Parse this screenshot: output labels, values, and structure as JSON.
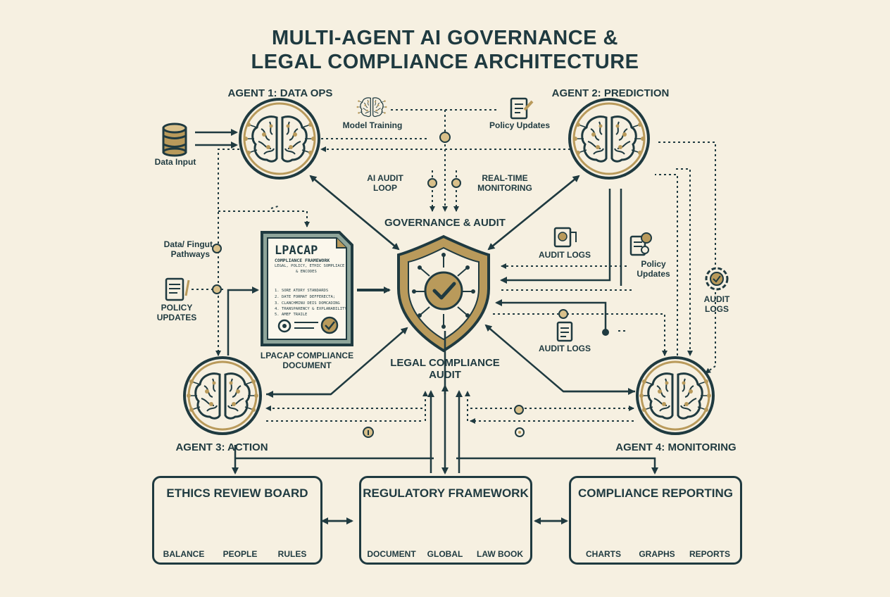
{
  "title": {
    "line1": "MULTI-AGENT AI GOVERNANCE &",
    "line2": "LEGAL COMPLIANCE ARCHITECTURE"
  },
  "agents": {
    "a1": "AGENT 1: DATA OPS",
    "a2": "AGENT 2: PREDICTION",
    "a3": "AGENT 3: ACTION",
    "a4": "AGENT 4: MONITORING"
  },
  "labels": {
    "data_input": "Data Input",
    "model_training": "Model Training",
    "policy_updates_top": "Policy Updates",
    "ai_audit_loop_1": "AI AUDIT",
    "ai_audit_loop_2": "LOOP",
    "realtime_1": "REAL-TIME",
    "realtime_2": "MONITORING",
    "governance": "GOVERNANCE & AUDIT",
    "data_pathways_1": "Data/ Fingut",
    "data_pathways_2": "Pathways",
    "policy_left_1": "POLICY",
    "policy_left_2": "UPDATES",
    "audit_logs_1": "AUDIT LOGS",
    "policy_right_1": "Policy",
    "policy_right_2": "Updates",
    "audit_logs_right_1": "AUDIT",
    "audit_logs_right_2": "LOGS",
    "audit_logs_2": "AUDIT LOGS",
    "legal_1": "LEGAL COMPLIANCE",
    "legal_2": "AUDIT",
    "lpacap_doc_1": "LPACAP COMPLIANCE",
    "lpacap_doc_2": "DOCUMENT"
  },
  "document": {
    "heading": "LPACAP",
    "sub1": "COMPLIANCE FRAMEWORK",
    "sub2": "LEGAL, POLICY, ETHIC SOMPLIACE",
    "sub3": "& ENCODES",
    "items": [
      "1. SORE ATDRY STANDARDS",
      "2. DATE FORMAT DEFFERECTA;",
      "3. CLANCHMINU DEIS DOMCADING",
      "4. TRANSPARENCY & EXPLANABILITY",
      "5. AMEF TRAILE"
    ]
  },
  "boxes": [
    {
      "title": "ETHICS REVIEW BOARD",
      "items": [
        "BALANCE",
        "PEOPLE",
        "RULES"
      ]
    },
    {
      "title": "REGULATORY FRAMEWORK",
      "items": [
        "DOCUMENT",
        "GLOBAL",
        "LAW BOOK"
      ]
    },
    {
      "title": "COMPLIANCE REPORTING",
      "items": [
        "CHARTS",
        "GRAPHS",
        "REPORTS"
      ]
    }
  ],
  "colors": {
    "ink": "#1f3a40",
    "gold": "#b99a5b",
    "gold_light": "#d9c08a",
    "sage": "#8ea59a",
    "bg": "#f6f0e1"
  }
}
